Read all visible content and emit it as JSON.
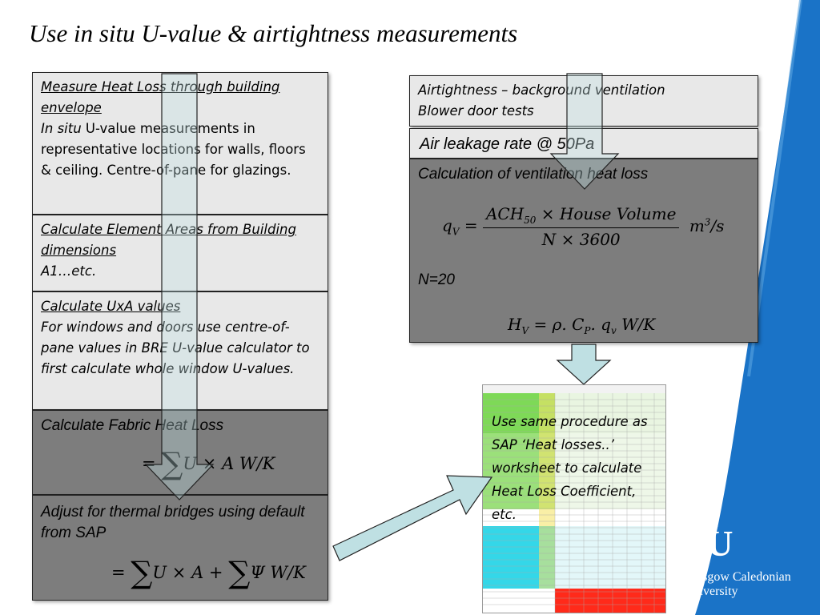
{
  "slide": {
    "title": "Use in situ U-value & airtightness measurements",
    "left": {
      "box1": {
        "heading": "Measure Heat Loss through building envelope",
        "in_situ": "In situ",
        "body": " U-value measurements in representative locations for walls, floors & ceiling. Centre-of-pane for glazings."
      },
      "box2": {
        "heading": "Calculate Element Areas from Building dimensions",
        "body": "A1…etc."
      },
      "box3": {
        "heading": "Calculate UxA values",
        "body": "For windows and doors use centre-of-pane values in BRE U-value calculator to first calculate whole window U-values."
      },
      "box4": {
        "heading": "Calculate  Fabric  Heat  Loss",
        "formula_rest": "U × A  W/K"
      },
      "box5": {
        "heading": "Adjust for thermal  bridges  using default  from  SAP",
        "formula_a": "U × A +",
        "formula_b": "Ψ  W/K"
      }
    },
    "right": {
      "box1": {
        "line1": "Airtightness – background ventilation",
        "line2": "Blower door tests"
      },
      "box2": {
        "text": "Air leakage rate @ 50Pa"
      },
      "box3": {
        "heading": "Calculation  of ventilation  heat loss",
        "qv_lhs": "q",
        "qv_sub": "V",
        "num": "ACH",
        "num_sub": "50",
        "num_rest": " × House Volume",
        "den": "N × 3600",
        "unit": "m",
        "unit_sup": "3",
        "unit_rest": "/s",
        "n_value": "N=20",
        "hv": "H",
        "hv_sub": "V",
        "hv_rest": " = ρ. C",
        "cp_sub": "P",
        "hv_q": ". q",
        "q_sub": "v",
        "hv_unit": "  W/K"
      }
    },
    "callout": "Use same procedure as SAP ‘Heat losses..’ worksheet to calculate Heat Loss Coefficient, etc.",
    "logo": {
      "mark": "CU",
      "line1": "Glasgow Caledonian",
      "line2": "University"
    },
    "colors": {
      "arrow_fill": "#bfe0e3",
      "dark_box": "#7d7d7d",
      "light_box": "#e8e8e8",
      "brand_blue": "#1a73c7"
    }
  }
}
